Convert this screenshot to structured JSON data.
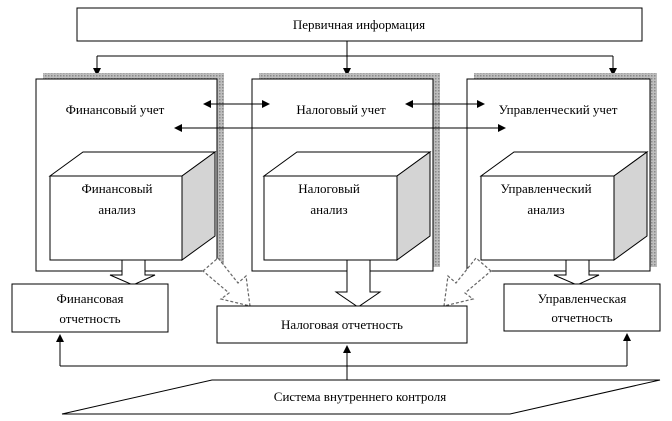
{
  "top": {
    "label": "Первичная информация"
  },
  "columns": [
    {
      "label": "Финансовый учет",
      "analysis": [
        "Финансовый",
        "анализ"
      ]
    },
    {
      "label": "Налоговый учет",
      "analysis": [
        "Налоговый",
        "анализ"
      ]
    },
    {
      "label": "Управленческий учет",
      "analysis": [
        "Управленческий",
        "анализ"
      ]
    }
  ],
  "reports": {
    "financial": [
      "Финансовая",
      "отчетность"
    ],
    "tax": "Налоговая отчетность",
    "management": [
      "Управленческая",
      "отчетность"
    ]
  },
  "control": {
    "label": "Система внутреннего контроля"
  }
}
